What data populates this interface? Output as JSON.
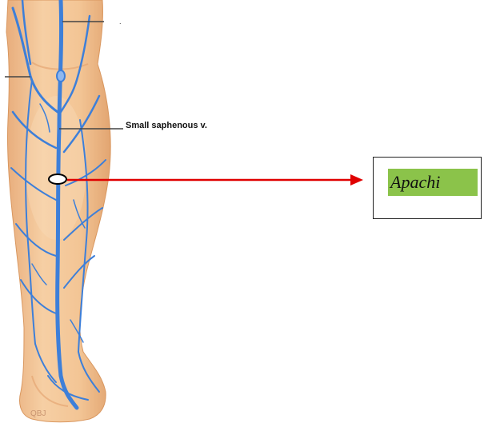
{
  "labels": {
    "vein_label": "Small saphenous v.",
    "answer_text": "Apachi",
    "signature": "QBJ",
    "stray_mark_top": "."
  },
  "colors": {
    "skin": "#f5c79a",
    "skin_shadow": "#e4a97a",
    "vein": "#3d7fd9",
    "vein_dark": "#2a62b8",
    "arrow": "#e00000",
    "highlight": "#8bc34a",
    "leader_line": "#444444"
  },
  "icons": {
    "leg_illustration": "posterior-leg-veins-illustration",
    "arrow": "right-arrow-icon",
    "marker": "ellipse-marker-icon"
  }
}
